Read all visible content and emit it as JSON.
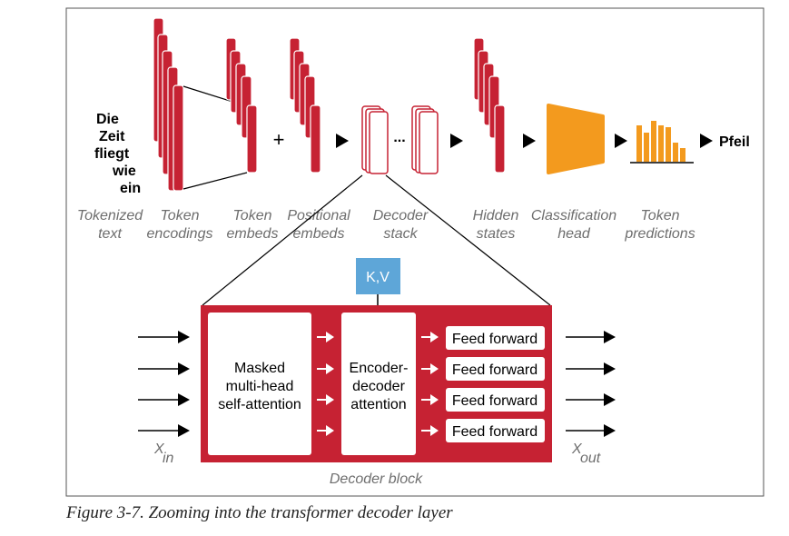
{
  "input_words": [
    "Die",
    "Zeit",
    "fliegt",
    "wie",
    "ein"
  ],
  "output_word": "Pfeil",
  "ellipsis": "...",
  "stage_labels": {
    "tokenized_text": [
      "Tokenized",
      "text"
    ],
    "token_encodings": [
      "Token",
      "encodings"
    ],
    "token_embeds": [
      "Token",
      "embeds"
    ],
    "positional_embeds": [
      "Positional",
      "embeds"
    ],
    "decoder_stack": [
      "Decoder",
      "stack"
    ],
    "hidden_states": [
      "Hidden",
      "states"
    ],
    "classification_head": [
      "Classification",
      "head"
    ],
    "token_predictions": [
      "Token",
      "predictions"
    ]
  },
  "plus_sign": "+",
  "kv_label": "K,V",
  "decoder_block": {
    "masked_attention": [
      "Masked",
      "multi-head",
      "self-attention"
    ],
    "encoder_decoder_attention": [
      "Encoder-",
      "decoder",
      "attention"
    ],
    "feed_forward": [
      "Feed forward",
      "Feed forward",
      "Feed forward",
      "Feed forward"
    ],
    "label": "Decoder block",
    "x_in": "X",
    "x_in_sub": "in",
    "x_out": "X",
    "x_out_sub": "out"
  },
  "caption": "Figure 3-7. Zooming into the transformer decoder layer",
  "colors": {
    "red": "#c62233",
    "orange": "#f39a1e",
    "blue": "#5ea6d8",
    "gray_text": "#6e6e6e"
  }
}
